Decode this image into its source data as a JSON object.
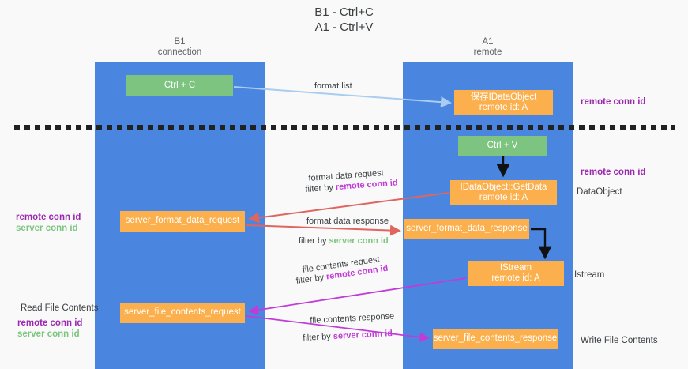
{
  "title": "B1 - Ctrl+C\nA1 - Ctrl+V",
  "columns": {
    "left": "B1\nconnection",
    "right": "A1\nremote"
  },
  "boxes": {
    "ctrl_c": "Ctrl + C",
    "save_idataobject": "保存IDataObject\nremote id: A",
    "ctrl_v": "Ctrl + V",
    "getdata": "IDataObject::GetData\nremote id: A",
    "server_format_data_request": "server_format_data_request",
    "server_format_data_response": "server_format_data_response",
    "istream": "IStream\nremote id: A",
    "server_file_contents_request": "server_file_contents_request",
    "server_file_contents_response": "server_file_contents_response"
  },
  "side_notes": {
    "remote_conn_id_top": "remote conn id",
    "remote_conn_id_mid": "remote conn id",
    "dataobject": "DataObject",
    "istream": "Istream",
    "write_file_contents": "Write File Contents"
  },
  "left_notes": {
    "remote_conn_id": "remote conn id",
    "server_conn_id": "server conn id",
    "read_file_contents": "Read File Contents",
    "remote_conn_id_2": "remote conn id",
    "server_conn_id_2": "server conn id"
  },
  "edges": {
    "format_list": "format list",
    "format_data_request": "format data request",
    "filter_by_prefix": "filter by ",
    "filter_remote_conn_id": "remote conn id",
    "format_data_response": "format data response",
    "filter_server_conn_id": "server conn id",
    "file_contents_request": "file contents request",
    "filter_remote_conn_id_2": "remote conn id",
    "file_contents_response": "file contents response",
    "filter_server_conn_id_2": "server conn id"
  },
  "colors": {
    "lane": "#4a86e0",
    "green_box": "#7cc47f",
    "orange_box": "#fbb04d",
    "magenta": "#9c27b0",
    "edge_magenta": "#c13bd8",
    "edge_red": "#e0655f",
    "edge_lightblue": "#a8cdee",
    "divider": "#222222",
    "background": "#f9f9f9"
  }
}
